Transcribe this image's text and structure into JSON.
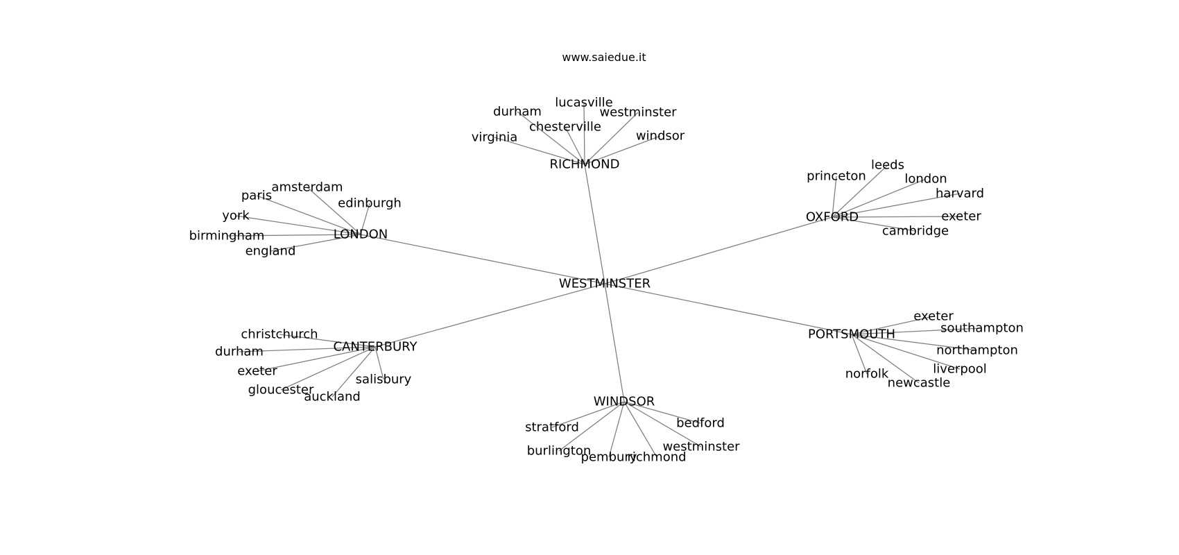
{
  "header": {
    "site": "www.saiedue.it"
  },
  "graph": {
    "root": "WESTMINSTER",
    "hubs": [
      {
        "label": "RICHMOND",
        "children": [
          "virginia",
          "durham",
          "chesterville",
          "lucasville",
          "westminster",
          "windsor"
        ]
      },
      {
        "label": "OXFORD",
        "children": [
          "princeton",
          "leeds",
          "london",
          "harvard",
          "exeter",
          "cambridge"
        ]
      },
      {
        "label": "PORTSMOUTH",
        "children": [
          "exeter",
          "southampton",
          "northampton",
          "liverpool",
          "newcastle",
          "norfolk"
        ]
      },
      {
        "label": "WINDSOR",
        "children": [
          "bedford",
          "westminster",
          "richmond",
          "pembury",
          "burlington",
          "stratford"
        ]
      },
      {
        "label": "CANTERBURY",
        "children": [
          "salisbury",
          "auckland",
          "gloucester",
          "exeter",
          "durham",
          "christchurch"
        ]
      },
      {
        "label": "LONDON",
        "children": [
          "edinburgh",
          "amsterdam",
          "paris",
          "york",
          "birmingham",
          "england"
        ]
      }
    ]
  },
  "colors": {
    "edge": "#808080",
    "text": "#000000",
    "background": "#ffffff"
  }
}
